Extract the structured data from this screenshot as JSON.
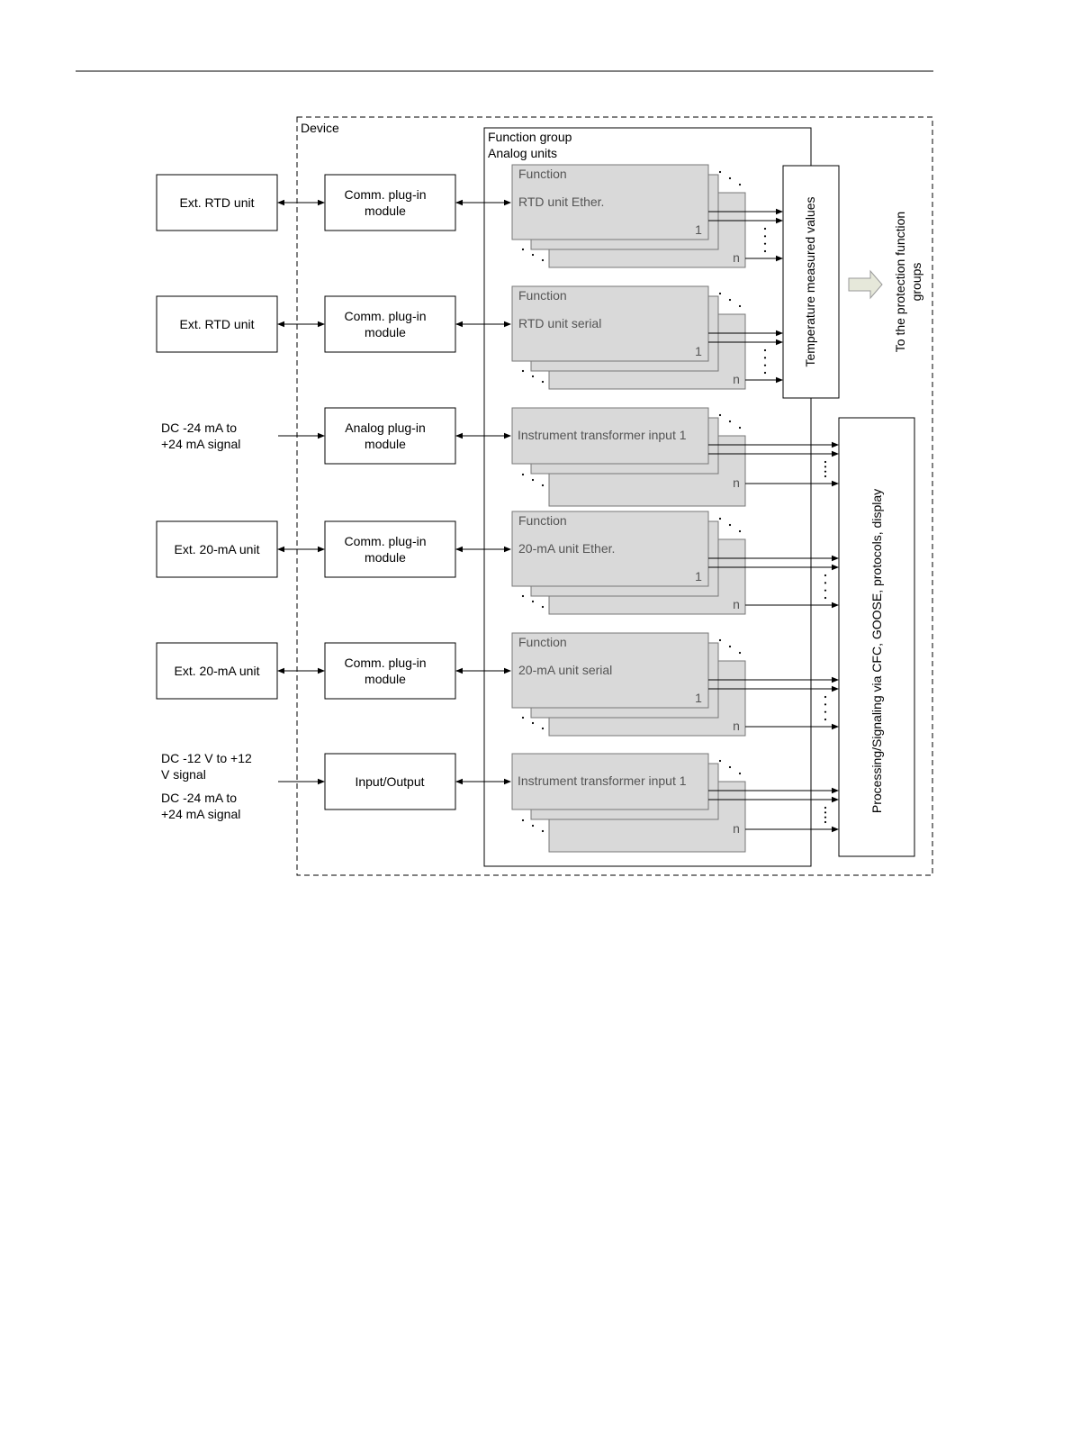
{
  "device_label": "Device",
  "function_group": {
    "title": "Function group",
    "subtitle": "Analog units"
  },
  "left_column": [
    {
      "kind": "box",
      "lines": [
        "Ext. RTD unit"
      ]
    },
    {
      "kind": "box",
      "lines": [
        "Ext. RTD unit"
      ]
    },
    {
      "kind": "text",
      "lines": [
        "DC -24 mA to",
        "+24 mA signal"
      ]
    },
    {
      "kind": "box",
      "lines": [
        "Ext. 20-mA unit"
      ]
    },
    {
      "kind": "box",
      "lines": [
        "Ext. 20-mA unit"
      ]
    },
    {
      "kind": "text",
      "lines": [
        "DC -12 V to +12",
        "V signal",
        "DC -24 mA to",
        "+24 mA signal"
      ]
    }
  ],
  "modules": [
    {
      "lines": [
        "Comm. plug-in",
        "module"
      ]
    },
    {
      "lines": [
        "Comm. plug-in",
        "module"
      ]
    },
    {
      "lines": [
        "Analog plug-in",
        "module"
      ]
    },
    {
      "lines": [
        "Comm. plug-in",
        "module"
      ]
    },
    {
      "lines": [
        "Comm. plug-in",
        "module"
      ]
    },
    {
      "lines": [
        "Input/Output"
      ]
    }
  ],
  "functions": [
    {
      "header": "Function",
      "name": "RTD unit Ether.",
      "index_first": "1",
      "index_last": "n"
    },
    {
      "header": "Function",
      "name": "RTD unit serial",
      "index_first": "1",
      "index_last": "n"
    },
    {
      "header": "",
      "name": "Instrument transformer input 1",
      "index_first": "",
      "index_last": "n"
    },
    {
      "header": "Function",
      "name": "20-mA unit Ether.",
      "index_first": "1",
      "index_last": "n"
    },
    {
      "header": "Function",
      "name": "20-mA unit serial",
      "index_first": "1",
      "index_last": "n"
    },
    {
      "header": "",
      "name": "Instrument transformer input 1",
      "index_first": "",
      "index_last": "n"
    }
  ],
  "temperature_box": "Temperature measured values",
  "processing_box": "Processing/Signaling via CFC, GOOSE, protocols, display",
  "protection_label": [
    "To the protection function",
    "groups"
  ],
  "arrow_color": "#e6e8da"
}
